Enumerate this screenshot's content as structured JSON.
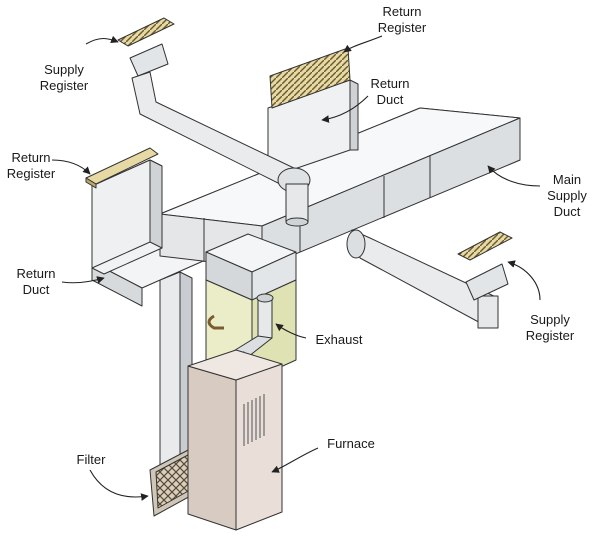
{
  "labels": {
    "return_register_top": "Return\nRegister",
    "supply_register_left": "Supply\nRegister",
    "return_duct_top": "Return\nDuct",
    "return_register_left": "Return\nRegister",
    "main_supply_duct": "Main\nSupply\nDuct",
    "return_duct_left": "Return\nDuct",
    "exhaust": "Exhaust",
    "supply_register_right": "Supply\nRegister",
    "furnace": "Furnace",
    "filter": "Filter"
  },
  "colors": {
    "duct_light": "#f2f3f4",
    "duct_mid": "#d9dcdf",
    "duct_dark": "#b9bdc1",
    "outline": "#333333",
    "furnace_front": "#e9dfd8",
    "furnace_side": "#d8cbc2",
    "exhaust_box": "#eaedc8",
    "register_fill": "#e6d9a3",
    "filter_frame": "#cfc6b8"
  }
}
